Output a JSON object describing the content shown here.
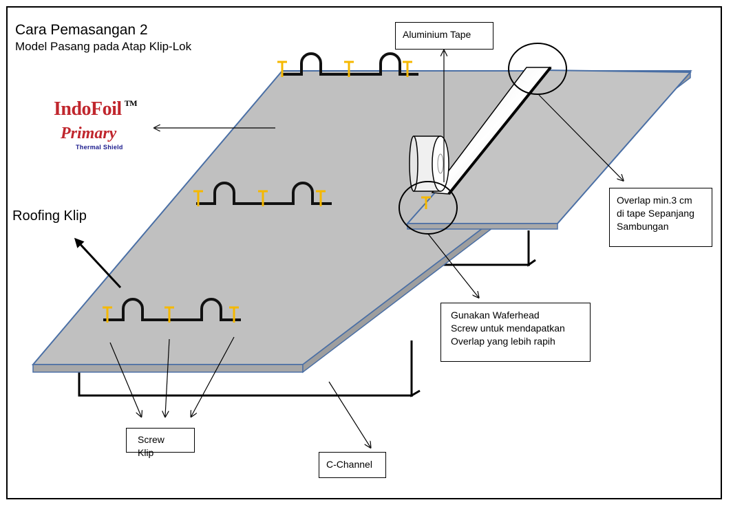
{
  "title": "Cara Pemasangan  2",
  "subtitle": "Model Pasang pada Atap Klip-Lok",
  "logo": {
    "brand": "IndoFoil",
    "tm": "TM",
    "product": "Primary",
    "sub": "Thermal Shield"
  },
  "labels": {
    "roofing_klip": "Roofing Klip",
    "aluminium_tape": "Aluminium Tape",
    "overlap": [
      "Overlap min.3 cm",
      "di tape Sepanjang",
      "Sambungan"
    ],
    "waferhead": [
      "Gunakan Waferhead",
      "Screw untuk mendapatkan",
      "Overlap  yang lebih rapih"
    ],
    "screw_klip": "Screw Klip",
    "c_channel": "C-Channel"
  },
  "colors": {
    "panel": "#bfbfbf",
    "panel_edge": "#4a6fa5",
    "clip": "#111111",
    "screw": "#f5b800",
    "brand_red": "#c0262d"
  }
}
